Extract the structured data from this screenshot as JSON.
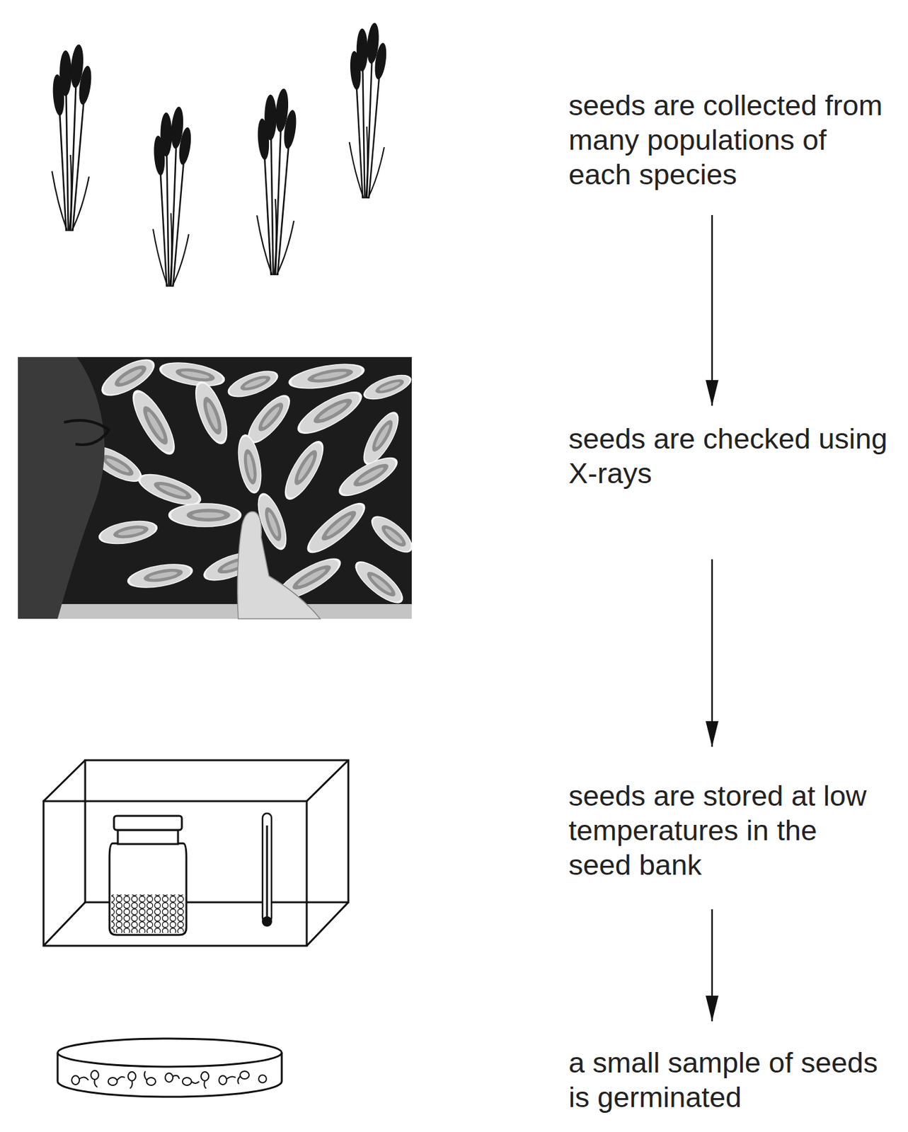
{
  "diagram": {
    "nodes": [
      {
        "text": [
          "seeds are collected from many populations of each species"
        ]
      },
      {
        "text": [
          "seeds are checked using X-rays"
        ]
      },
      {
        "text": [
          "seeds are stored at low temperatures in the seed bank"
        ]
      },
      {
        "text": [
          "a small sample of seeds is germinated"
        ]
      }
    ],
    "edges": [
      {
        "from": 0,
        "to": 1,
        "arrow": "to"
      },
      {
        "from": 1,
        "to": 2,
        "arrow": "to"
      },
      {
        "from": 2,
        "to": 3,
        "arrow": "to"
      }
    ]
  }
}
